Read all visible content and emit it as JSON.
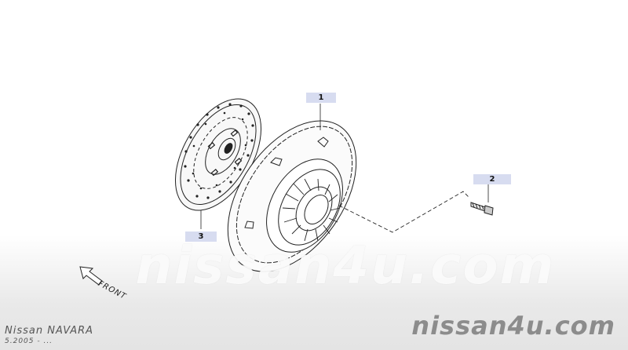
{
  "diagram": {
    "callouts": [
      "1",
      "2",
      "3"
    ],
    "direction_label": "FRONT",
    "watermark": "nissan4u.com",
    "footer": {
      "brand": "nissan4u.com",
      "model": "Nissan NAVARA",
      "period": "5.2005 - ..."
    }
  }
}
